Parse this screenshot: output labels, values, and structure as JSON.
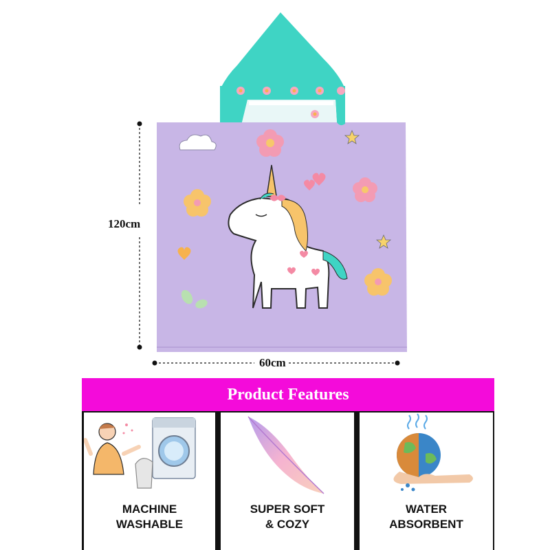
{
  "dimensions": {
    "height": "120cm",
    "width": "60cm"
  },
  "features": {
    "title": "Product Features",
    "items": [
      {
        "line1": "MACHINE",
        "line2": "WASHABLE",
        "icon": "washing-machine-icon"
      },
      {
        "line1": "SUPER SOFT",
        "line2": "& COZY",
        "icon": "feather-icon"
      },
      {
        "line1": "WATER",
        "line2": "ABSORBENT",
        "icon": "water-globe-icon"
      }
    ]
  },
  "colors": {
    "towel": "#c8b6e6",
    "hood": "#3fd4c4",
    "accent": "#f40bda"
  }
}
